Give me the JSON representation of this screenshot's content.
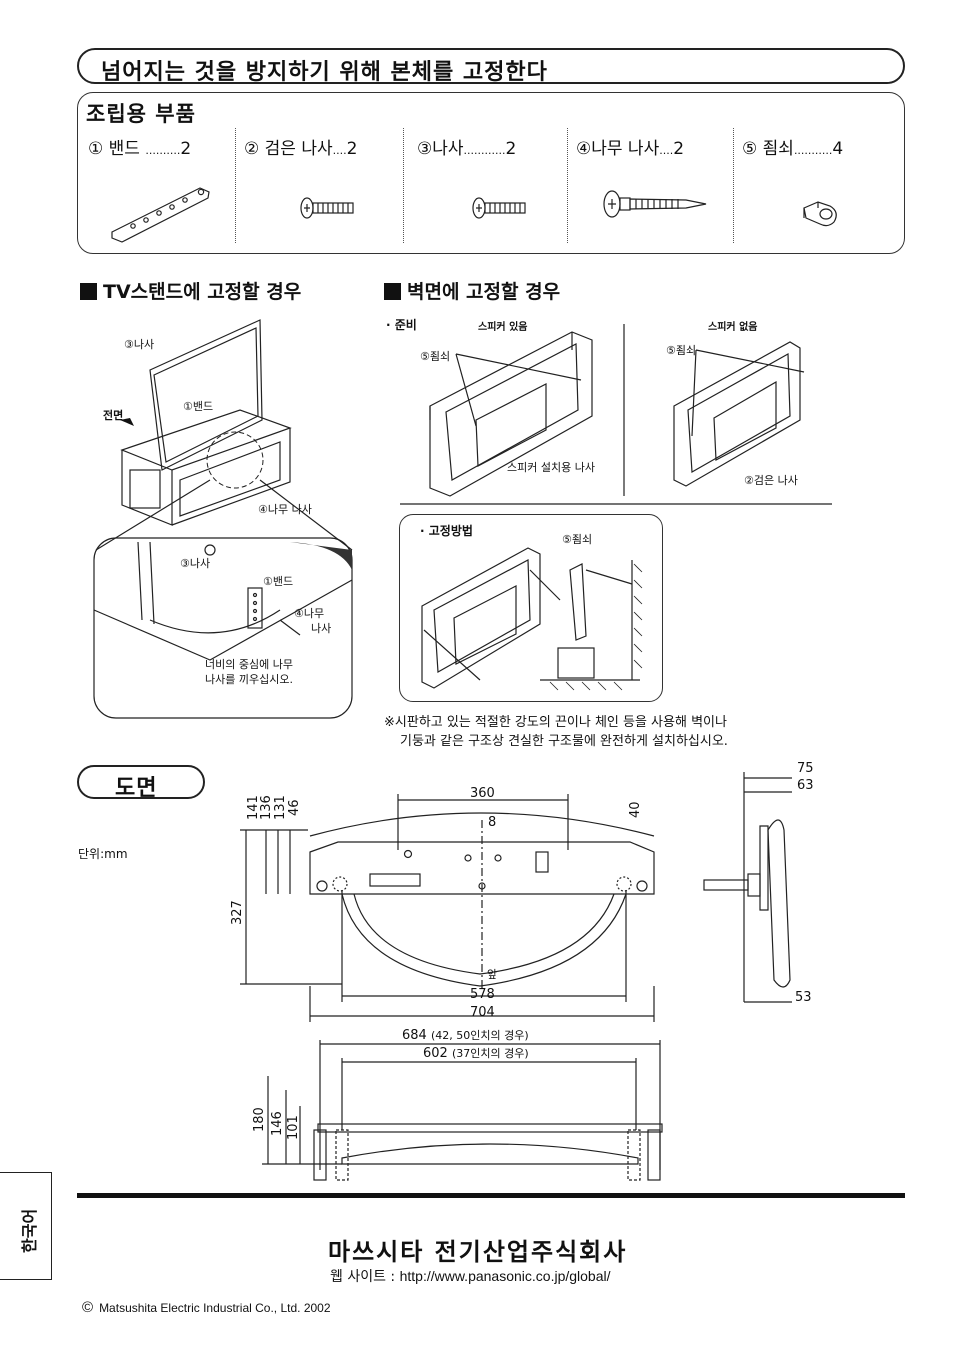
{
  "header": {
    "title": "넘어지는 것을 방지하기 위해 본체를 고정한다"
  },
  "parts": {
    "title": "조립용 부품",
    "items": [
      {
        "num": "①",
        "name": "밴드",
        "dots": "..........",
        "qty": "2",
        "icon": "band-icon"
      },
      {
        "num": "②",
        "name": "검은 나사",
        "dots": "....",
        "qty": "2",
        "icon": "black-screw-icon"
      },
      {
        "num": "③",
        "name": "나사",
        "dots": "............",
        "qty": "2",
        "icon": "screw-icon"
      },
      {
        "num": "④",
        "name": "나무 나사",
        "dots": "....",
        "qty": "2",
        "icon": "wood-screw-icon"
      },
      {
        "num": "⑤",
        "name": "죔쇠",
        "dots": "...........",
        "qty": "4",
        "icon": "clamp-icon"
      }
    ]
  },
  "tv_stand": {
    "heading": "TV스탠드에 고정할 경우",
    "labels": {
      "screw": "③나사",
      "band": "①밴드",
      "front": "전면",
      "wood_screw": "④나무 나사",
      "detail_screw": "③나사",
      "detail_band": "①밴드",
      "detail_wood_1": "④나무",
      "detail_wood_2": "나사",
      "note_1": "너비의 중심에 나무",
      "note_2": "나사를 끼우십시오."
    }
  },
  "wall": {
    "heading": "벽면에 고정할 경우",
    "prep": "· 준비",
    "with_speaker": "스피커 있음",
    "without_speaker": "스피커 없음",
    "clamp_1": "⑤죔쇠",
    "clamp_2": "⑤죔쇠",
    "speaker_screw": "스피커 설치용 나사",
    "black_screw": "②검은 나사",
    "method": "· 고정방법",
    "clamp_3": "⑤죔쇠",
    "note_1": "※시판하고 있는 적절한 강도의 끈이나 체인 등을 사용해 벽이나",
    "note_2": "기둥과 같은 구조상 견실한 구조물에 완전하게 설치하십시오."
  },
  "drawing": {
    "title": "도면",
    "unit": "단위:mm",
    "front_label": "앞",
    "dims": {
      "d360": "360",
      "d40": "40",
      "d8": "8",
      "d141": "141",
      "d136": "136",
      "d131": "131",
      "d46": "46",
      "d327": "327",
      "d578": "578",
      "d704": "704",
      "d75": "75",
      "d63": "63",
      "d53": "53",
      "d684": "684",
      "d684_note": "(42, 50인치의 경우)",
      "d602": "602",
      "d602_note": "(37인치의 경우)",
      "d180": "180",
      "d146": "146",
      "d101": "101"
    }
  },
  "side_tab": {
    "language": "한국어"
  },
  "footer": {
    "company": "마쓰시타 전기산업주식회사",
    "website_label": "웹 사이트 :",
    "website_url": "http://www.panasonic.co.jp/global/",
    "copyright_symbol": "©",
    "copyright": "Matsushita Electric Industrial Co., Ltd.  2002"
  }
}
